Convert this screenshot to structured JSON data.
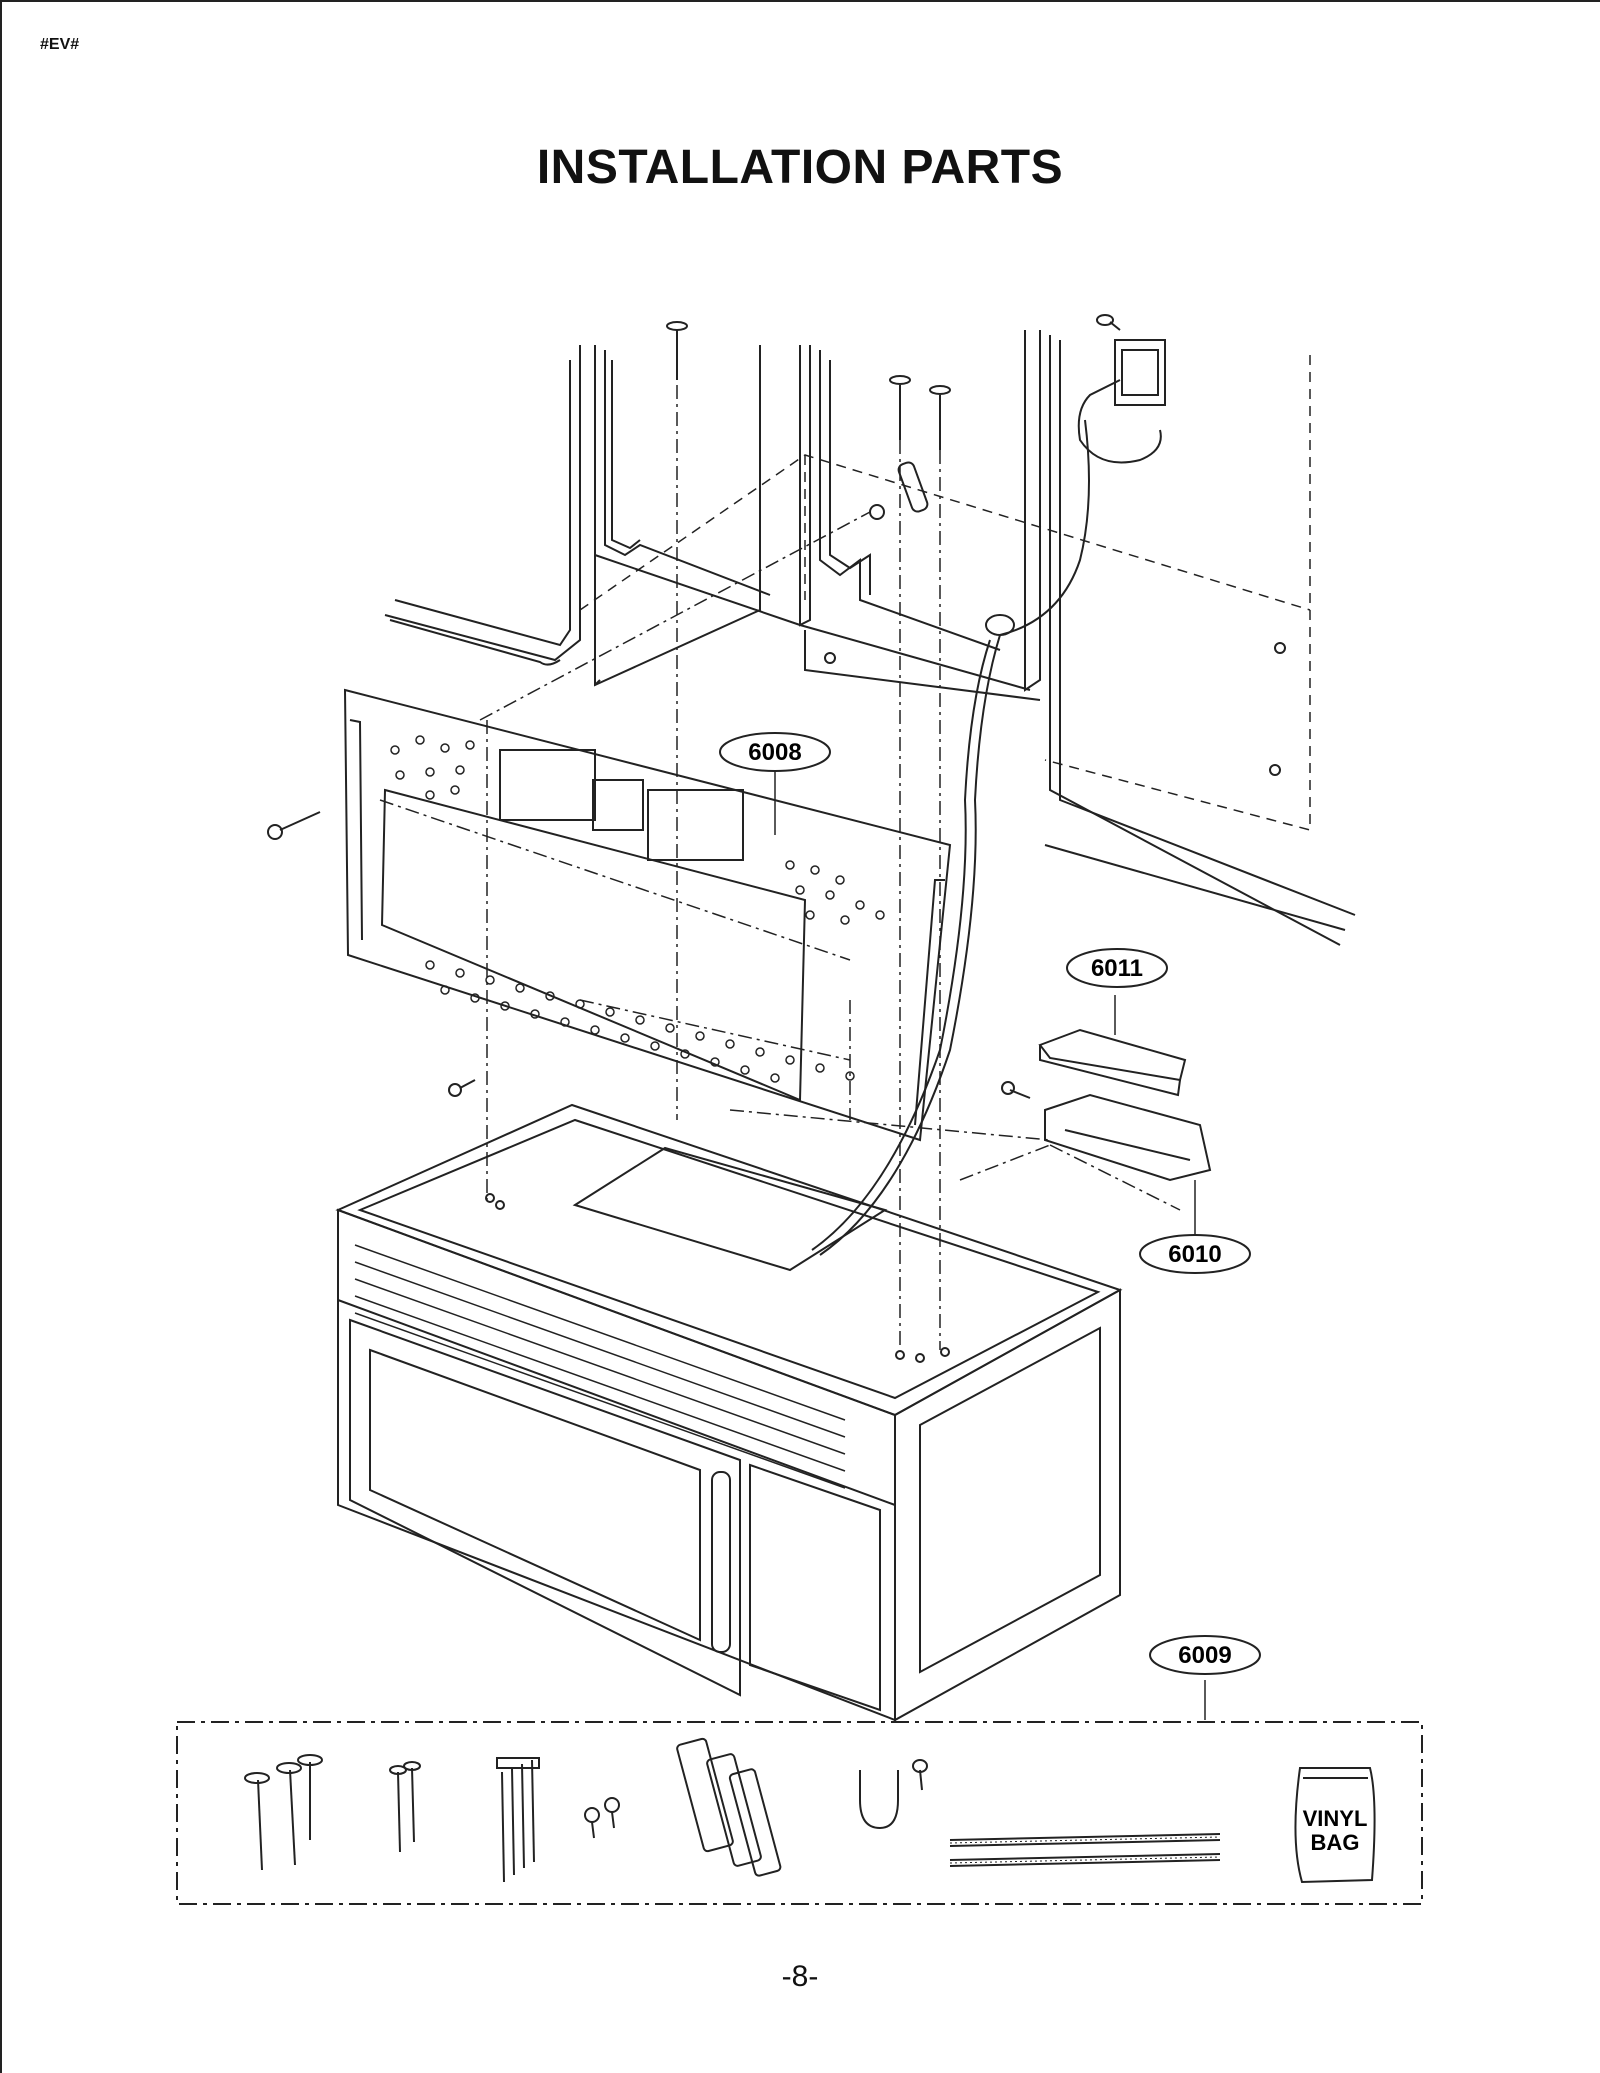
{
  "header": {
    "tag": "#EV#",
    "title": "INSTALLATION PARTS"
  },
  "callouts": {
    "c6008": "6008",
    "c6011": "6011",
    "c6010": "6010",
    "c6009": "6009"
  },
  "kit": {
    "bag_line1": "VINYL",
    "bag_line2": "BAG"
  },
  "footer": {
    "page": "-8-"
  }
}
